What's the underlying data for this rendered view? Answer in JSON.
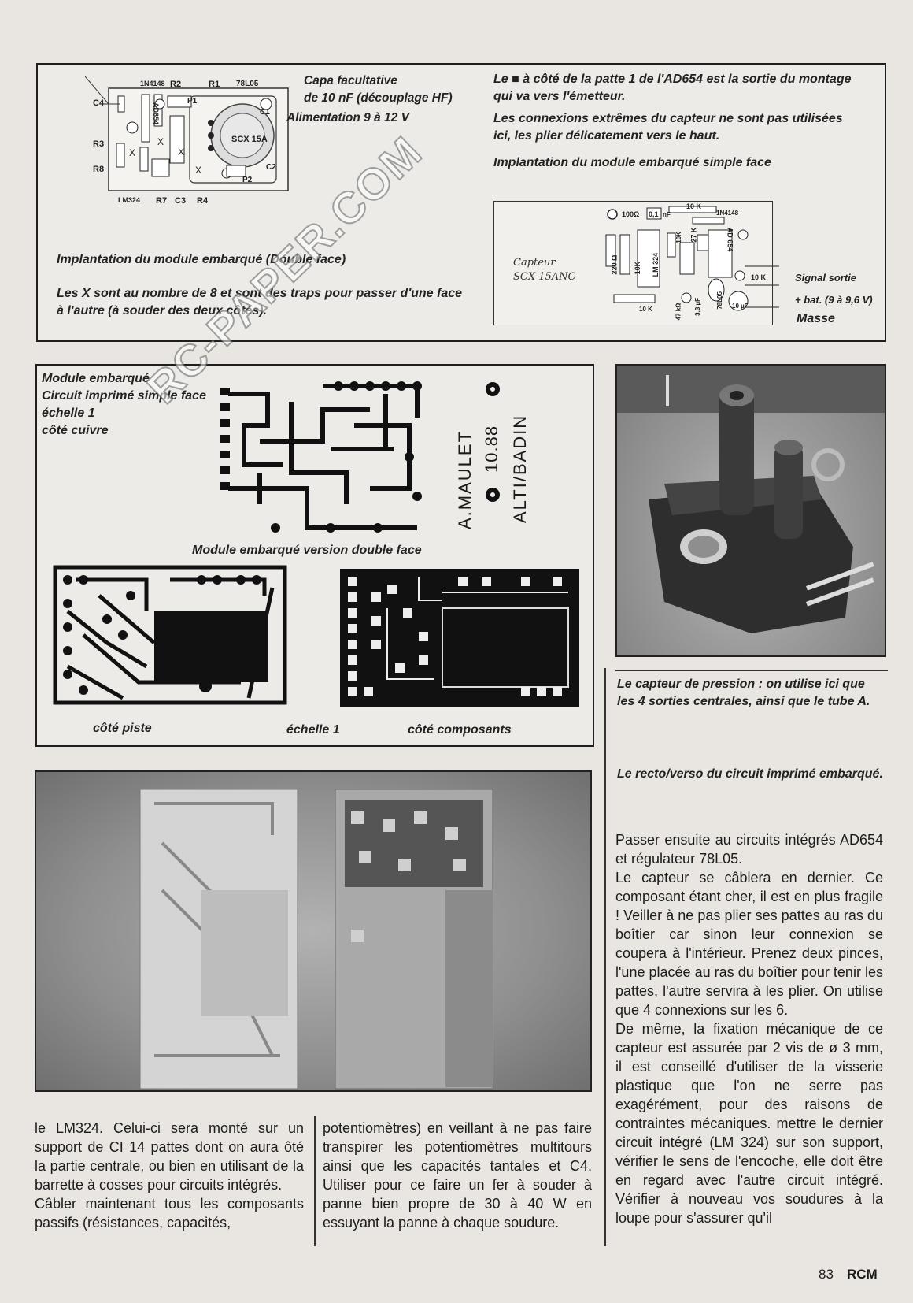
{
  "top_left": {
    "labels": {
      "diode": "1N4148",
      "r2": "R2",
      "r1": "R1",
      "reg": "78L05",
      "c4": "C4",
      "r3": "R3",
      "r8": "R8",
      "lm": "LM324",
      "r7": "R7",
      "c3": "C3",
      "r4": "R4",
      "p1": "P1",
      "p2": "P2",
      "c1": "C1",
      "c2": "C2",
      "sensor": "SCX 15A",
      "ad": "AD654"
    },
    "capa_note": "Capa facultative\nde 10 nF (découplage HF)",
    "alim_note": "Alimentation 9 à 12 V",
    "caption_title": "Implantation du module embarqué (Double face)",
    "caption_text": "Les X sont au nombre de 8 et sont des traps pour passer d'une face à l'autre (à souder des deux côtés)."
  },
  "top_right": {
    "note1": "Le ■ à côté de la patte 1 de l'AD654 est la sortie du montage qui va vers l'émetteur.",
    "note2": "Les connexions extrêmes du capteur ne sont pas utilisées ici, les plier délicatement vers le haut.",
    "note3": "Implantation du module embarqué simple face",
    "capteur_label": "Capteur\nSCX 15ANC",
    "signal": "Signal sortie",
    "bat": "+ bat. (9 à 9,6 V)",
    "masse": "Masse",
    "labels": {
      "r100": "100Ω",
      "c01": "0,1",
      "nf": "nF",
      "r10k": "10 K",
      "diode": "1N4148",
      "r220": "220 Ω",
      "r10k2": "10K",
      "lm": "LM 324",
      "r27k": "27 K",
      "ad": "AD 654",
      "r10k3": "10 K",
      "r47k": "47 kΩ",
      "c33": "3,3 µF",
      "c10": "10 µF",
      "reg": "78L05",
      "r10kb": "10 K",
      "r10k4": "10K"
    }
  },
  "mid_left": {
    "caption": "Module embarqué\nCircuit imprimé simple face\néchelle 1\ncôté cuivre",
    "author": "A.MAULET",
    "date": "10.88",
    "project": "ALTI/BADIN",
    "double_face_title": "Module embarqué version double face",
    "cote_piste": "côté piste",
    "echelle": "échelle 1",
    "cote_composants": "côté composants"
  },
  "photo_sensor_caption": "Le capteur de pression : on utilise ici que les 4 sorties centrales, ainsi que le tube A.",
  "photo_board_caption": "Le recto/verso du circuit imprimé embarqué.",
  "watermark": "RC-PAPER.COM",
  "col1": "le LM324. Celui-ci sera monté sur un support de CI 14 pattes dont on aura ôté la partie centrale, ou bien en utilisant de la barrette à cosses pour circuits intégrés.\nCâbler maintenant tous les composants passifs (résistances, capacités,",
  "col2": "potentiomètres) en veillant à ne pas faire transpirer les potentiomètres multitours ainsi que les capacités tantales et C4. Utiliser pour ce faire un fer à souder à panne bien propre de 30 à 40 W en essuyant la panne à chaque soudure.",
  "col3": [
    "Passer ensuite au circuits intégrés AD654 et régulateur 78L05.",
    "Le capteur se câblera en dernier. Ce composant étant cher, il est en plus fragile ! Veiller à ne pas plier ses pattes au ras du boîtier car sinon leur connexion se coupera à l'intérieur. Prenez deux pinces, l'une placée au ras du boîtier pour tenir les pattes, l'autre servira à les plier. On utilise que 4 connexions sur les 6.",
    "De même, la fixation mécanique de ce capteur est assurée par 2 vis de ø 3 mm, il est conseillé d'utiliser de la visserie plastique que l'on ne serre pas exagérément, pour des raisons de contraintes mécaniques. mettre le dernier circuit intégré (LM 324) sur son support, vérifier le sens de l'encoche, elle doit être en regard avec l'autre circuit intégré. Vérifier à nouveau vos soudures à la loupe pour s'assurer qu'il"
  ],
  "folio": {
    "page": "83",
    "mag": "RCM"
  }
}
